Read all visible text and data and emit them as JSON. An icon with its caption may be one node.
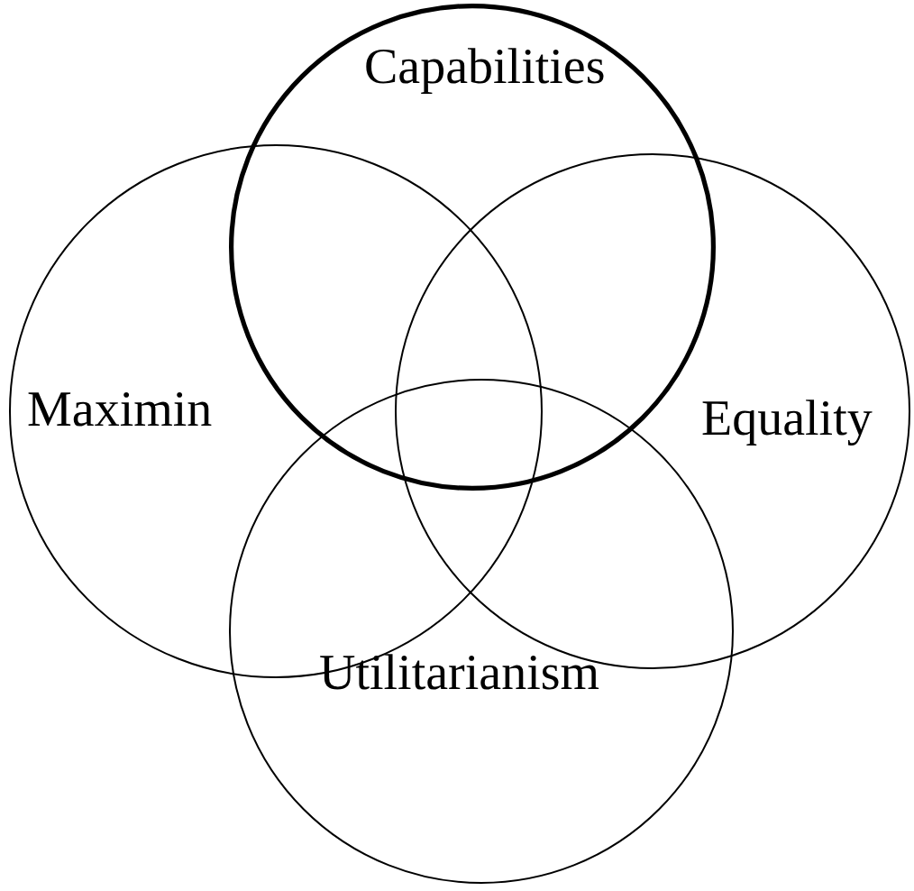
{
  "diagram": {
    "nodes": [
      {
        "text": [
          "Capabilities"
        ]
      },
      {
        "text": [
          "Maximin"
        ]
      },
      {
        "text": [
          "Equality"
        ]
      },
      {
        "text": [
          "Utilitarianism"
        ]
      }
    ]
  }
}
